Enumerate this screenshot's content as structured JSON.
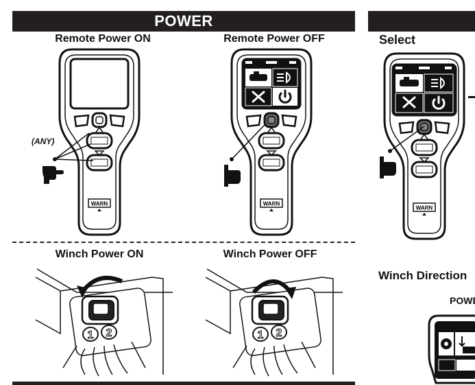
{
  "power_section": {
    "title": "POWER",
    "remote_on_label": "Remote Power ON",
    "remote_off_label": "Remote Power OFF",
    "any_label": "(ANY)",
    "winch_on_label": "Winch Power ON",
    "winch_off_label": "Winch Power OFF"
  },
  "right_section": {
    "select_label": "Select",
    "winch_direction_label": "Winch Direction",
    "power_partial_label": "POWE"
  },
  "remote": {
    "brand_text": "WARN",
    "screen_tiles": [
      "winch-icon",
      "headlight-icon",
      "tools-icon",
      "power-icon"
    ]
  },
  "connector": {
    "port_labels": [
      "1",
      "2"
    ]
  }
}
